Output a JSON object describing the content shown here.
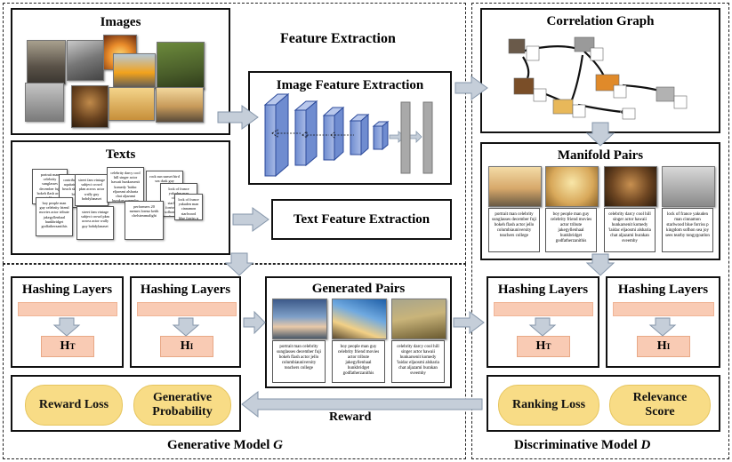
{
  "titles": {
    "images": "Images",
    "texts": "Texts",
    "feature_extraction": "Feature Extraction",
    "image_feature_extraction": "Image Feature Extraction",
    "text_feature_extraction": "Text Feature Extraction",
    "correlation_graph": "Correlation Graph",
    "manifold_pairs": "Manifold Pairs",
    "generated_pairs": "Generated Pairs",
    "hashing_layers": "Hashing Layers",
    "generative_model": "Generative Model",
    "generative_model_symbol": "G",
    "discriminative_model": "Discriminative Model",
    "discriminative_model_symbol": "D",
    "reward": "Reward"
  },
  "hash_codes": {
    "h": "H",
    "t_sub": "T",
    "i_sub": "I"
  },
  "losses": {
    "reward_loss": "Reward Loss",
    "generative_probability_1": "Generative",
    "generative_probability_2": "Probability",
    "ranking_loss": "Ranking Loss",
    "relevance_score_1": "Relevance",
    "relevance_score_2": "Score"
  },
  "texts": {
    "doc1": "portrait man celebrity sunglasses december fuji bokeh flash actor jello columbiauniversity teachers college",
    "doc2": "boy people man guy celebrity friend movies actor tribute jakegyllenhaal hunkbridget godfatherzanithis",
    "doc3": "celebrity darcy cool hill singer actor hawaii hunkarsenit komedy 'laidac eljaosmi alsharia chat aljazami burakan sveemby",
    "doc4": "lock of france yakuden man cinnamon starlwood blue forriss p kingdom sofhon sea joy sees tearby tongygoatlon",
    "doc5": "rock sun sunset bird sea dusk guy",
    "doc6": "performers 20 memes lorenz keith chelstreamalight",
    "doc7": "street fam vintage subject crowd pkm across actor wally guy bobdylanaset",
    "doc8": "contributed travel aquitaine cannon beach sky daudelet bigsea"
  },
  "colors": {
    "conv_fill": "#8fa6d8",
    "conv_border": "#2c4a9a",
    "fc_fill": "#a9a9a9",
    "arrow_fill": "#c5ced9",
    "arrow_border": "#8596aa",
    "hash_fill": "#f9cbb4",
    "loss_fill": "#f8dc86"
  }
}
